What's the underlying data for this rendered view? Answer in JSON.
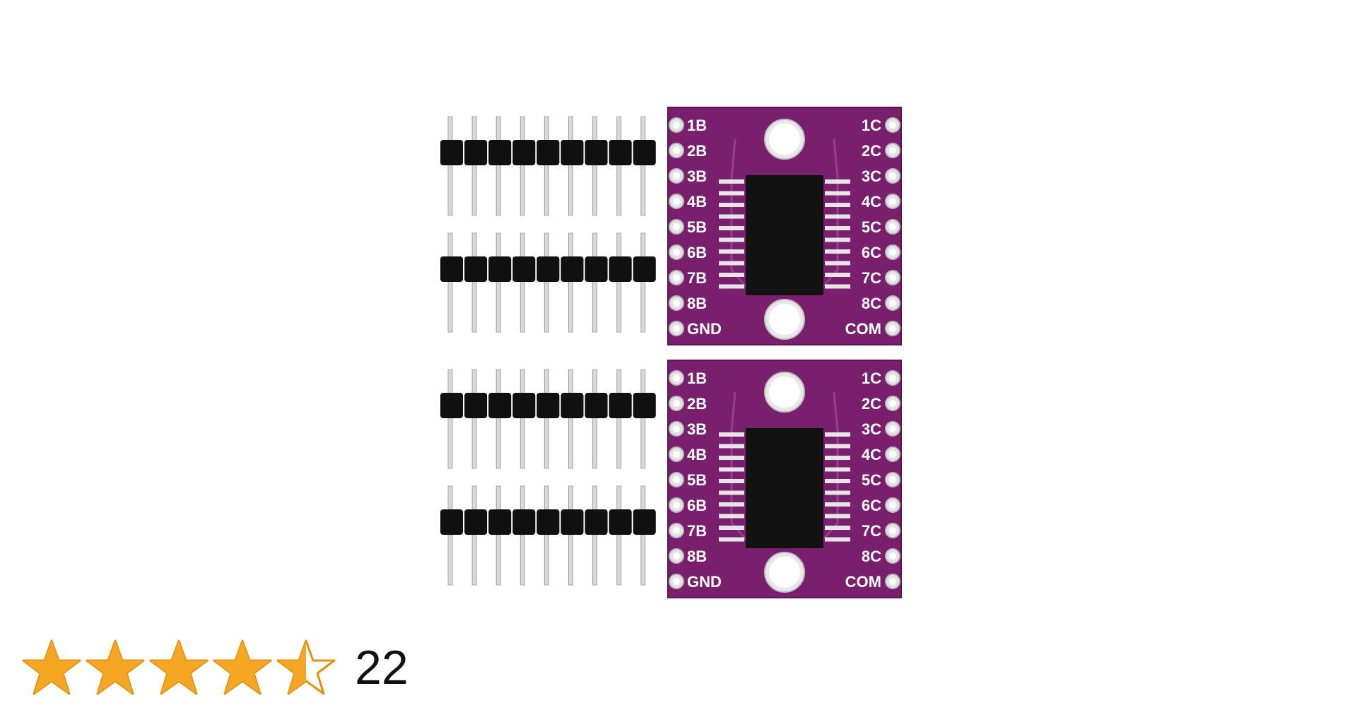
{
  "image": {
    "subject": "product-photo",
    "colors": {
      "background": "#ffffff",
      "pcb": "#7a1f6e",
      "pcb_edge": "#5e1556",
      "chip": "#121212",
      "pin": "#d9d9d9",
      "header_plastic": "#101010",
      "star": "#f5a623",
      "star_outline": "#e09110"
    }
  },
  "boards": [
    {
      "left_labels": [
        "1B",
        "2B",
        "3B",
        "4B",
        "5B",
        "6B",
        "7B",
        "8B",
        "GND"
      ],
      "right_labels": [
        "1C",
        "2C",
        "3C",
        "4C",
        "5C",
        "6C",
        "7C",
        "8C",
        "COM"
      ]
    },
    {
      "left_labels": [
        "1B",
        "2B",
        "3B",
        "4B",
        "5B",
        "6B",
        "7B",
        "8B",
        "GND"
      ],
      "right_labels": [
        "1C",
        "2C",
        "3C",
        "4C",
        "5C",
        "6C",
        "7C",
        "8C",
        "COM"
      ]
    }
  ],
  "pin_headers": {
    "count": 4,
    "pins_per_header": 9
  },
  "rating": {
    "stars": 4.5,
    "max_stars": 5,
    "count": "22",
    "star_icon": "star-icon"
  }
}
